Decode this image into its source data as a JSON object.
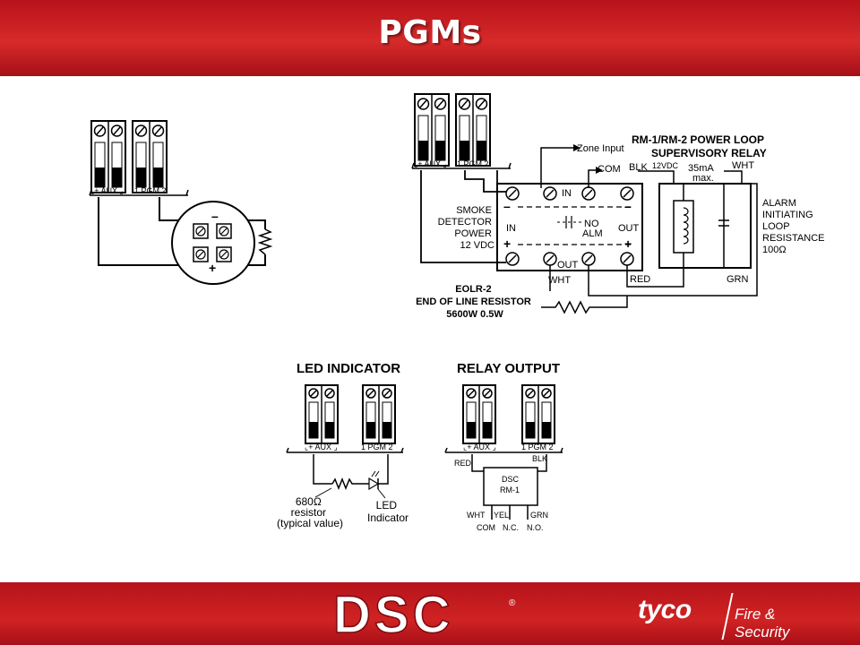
{
  "header": {
    "title": "PGMs"
  },
  "diagram1": {
    "terminal_labels": [
      "⌞+ AUX ⌟",
      "1 PGM 2"
    ],
    "minus": "–",
    "plus": "+"
  },
  "diagram2": {
    "terminal_labels": [
      "⌞+ AUX ⌟",
      "1 PGM 2"
    ],
    "zone_input": "Zone Input",
    "relay_title_line1": "RM-1/RM-2 POWER LOOP",
    "relay_title_line2": "SUPERVISORY RELAY",
    "com": "COM",
    "blk": "BLK",
    "voltage": "12VDC",
    "current_line1": "35mA",
    "current_line2": "max.",
    "wht_top": "WHT",
    "in_top": "IN",
    "smoke_lines": [
      "SMOKE",
      "DETECTOR",
      "POWER",
      "12 VDC"
    ],
    "in_left": "IN",
    "no_alm_line1": "NO",
    "no_alm_line2": "ALM",
    "out_right": "OUT",
    "out_bottom": "OUT",
    "alarm_lines": [
      "ALARM",
      "INITIATING",
      "LOOP",
      "RESISTANCE",
      "100Ω"
    ],
    "wht_bottom": "WHT",
    "red": "RED",
    "grn": "GRN",
    "eolr_lines": [
      "EOLR-2",
      "END OF LINE RESISTOR",
      "5600W 0.5W"
    ]
  },
  "diagram3": {
    "title": "LED INDICATOR",
    "terminal_labels": [
      "⌞+ AUX ⌟",
      "1 PGM 2"
    ],
    "resistor_lines": [
      "680Ω",
      "resistor",
      "(typical value)"
    ],
    "led_lines": [
      "LED",
      "Indicator"
    ]
  },
  "diagram4": {
    "title": "RELAY OUTPUT",
    "terminal_labels": [
      "⌞+ AUX ⌟",
      "1 PGM 2"
    ],
    "red": "RED",
    "blk": "BLK",
    "relay_lines": [
      "DSC",
      "RM-1"
    ],
    "wire_labels": [
      "WHT",
      "YEL",
      "GRN"
    ],
    "contact_labels": [
      "COM",
      "N.C.",
      "N.O."
    ]
  },
  "footer": {
    "brand": "DSC",
    "registered": "®",
    "partner": "tyco",
    "partner_line1": "Fire &",
    "partner_line2": "Security"
  }
}
